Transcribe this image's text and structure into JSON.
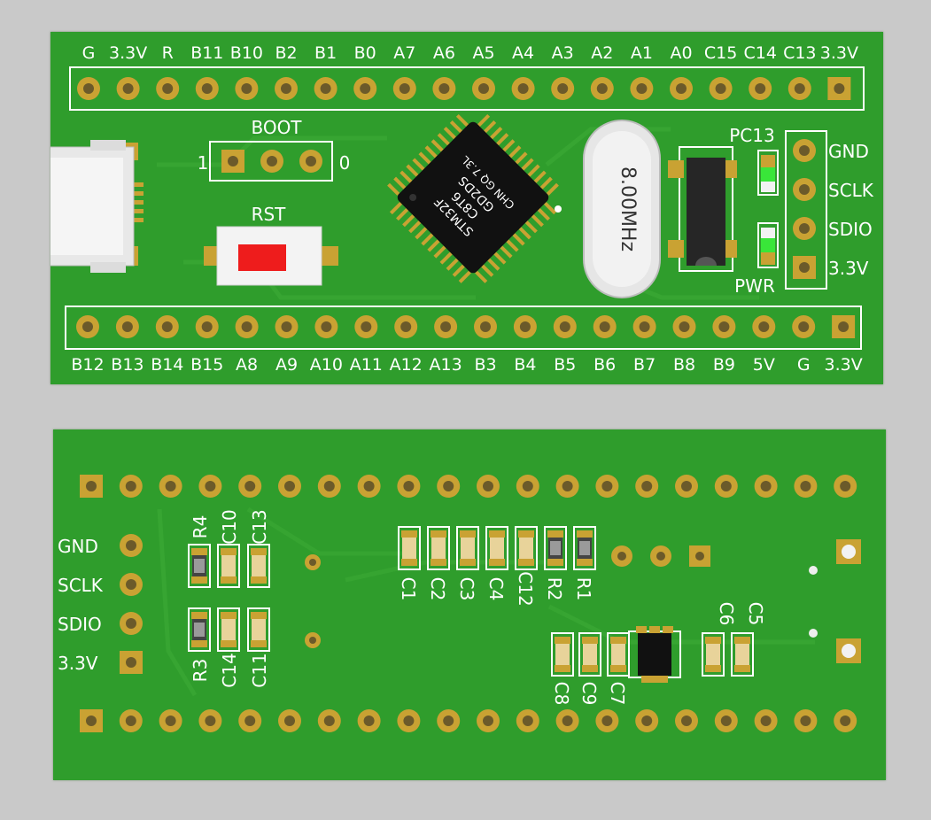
{
  "top": {
    "header_pins": [
      "G",
      "3.3V",
      "R",
      "B11",
      "B10",
      "B2",
      "B1",
      "B0",
      "A7",
      "A6",
      "A5",
      "A4",
      "A3",
      "A2",
      "A1",
      "A0",
      "C15",
      "C14",
      "C13",
      "3.3V"
    ],
    "footer_pins": [
      "B12",
      "B13",
      "B14",
      "B15",
      "A8",
      "A9",
      "A10",
      "A11",
      "A12",
      "A13",
      "B3",
      "B4",
      "B5",
      "B6",
      "B7",
      "B8",
      "B9",
      "5V",
      "G",
      "3.3V"
    ],
    "boot_label": "BOOT",
    "boot_left": "1",
    "boot_right": "0",
    "rst_label": "RST",
    "pc13_label": "PC13",
    "pwr_label": "PWR",
    "crystal_label": "8.00MHz",
    "swd_pins": [
      "GND",
      "SCLK",
      "SDIO",
      "3.3V"
    ],
    "chip_lines": [
      "STM32F",
      "C8T6",
      "GD2DS",
      "CHN GQ 7.3L"
    ]
  },
  "bottom": {
    "swd_pins": [
      "GND",
      "SCLK",
      "SDIO",
      "3.3V"
    ],
    "components_left": [
      "R4",
      "C10",
      "C13",
      "R3",
      "C14",
      "C11"
    ],
    "components_mid": [
      "C1",
      "C2",
      "C3",
      "C4",
      "C12",
      "R2",
      "R1"
    ],
    "components_right": [
      "C8",
      "C9",
      "C7",
      "C6",
      "C5"
    ]
  },
  "colors": {
    "pcb": "#2f9d2c",
    "pad": "#c9a233",
    "silk": "#ffffff",
    "led": "#39e639"
  }
}
